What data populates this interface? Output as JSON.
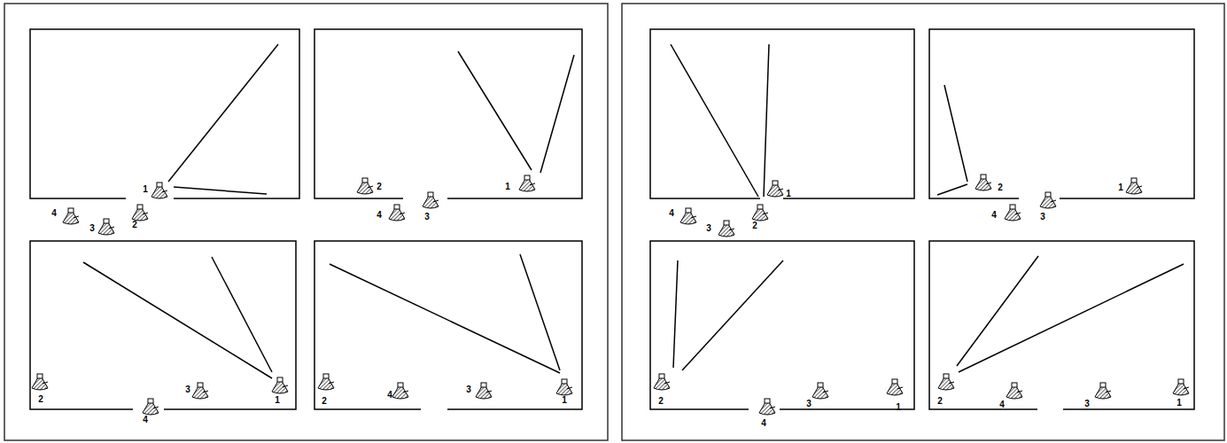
{
  "diagram": {
    "labels": [
      "1",
      "2",
      "3",
      "4",
      "1",
      "2",
      "3",
      "4",
      "1",
      "2",
      "3",
      "4",
      "1",
      "2",
      "3",
      "4",
      "1",
      "2",
      "3",
      "4",
      "1",
      "2",
      "3",
      "4",
      "1",
      "2",
      "3",
      "4",
      "1",
      "2",
      "3",
      "4"
    ]
  }
}
